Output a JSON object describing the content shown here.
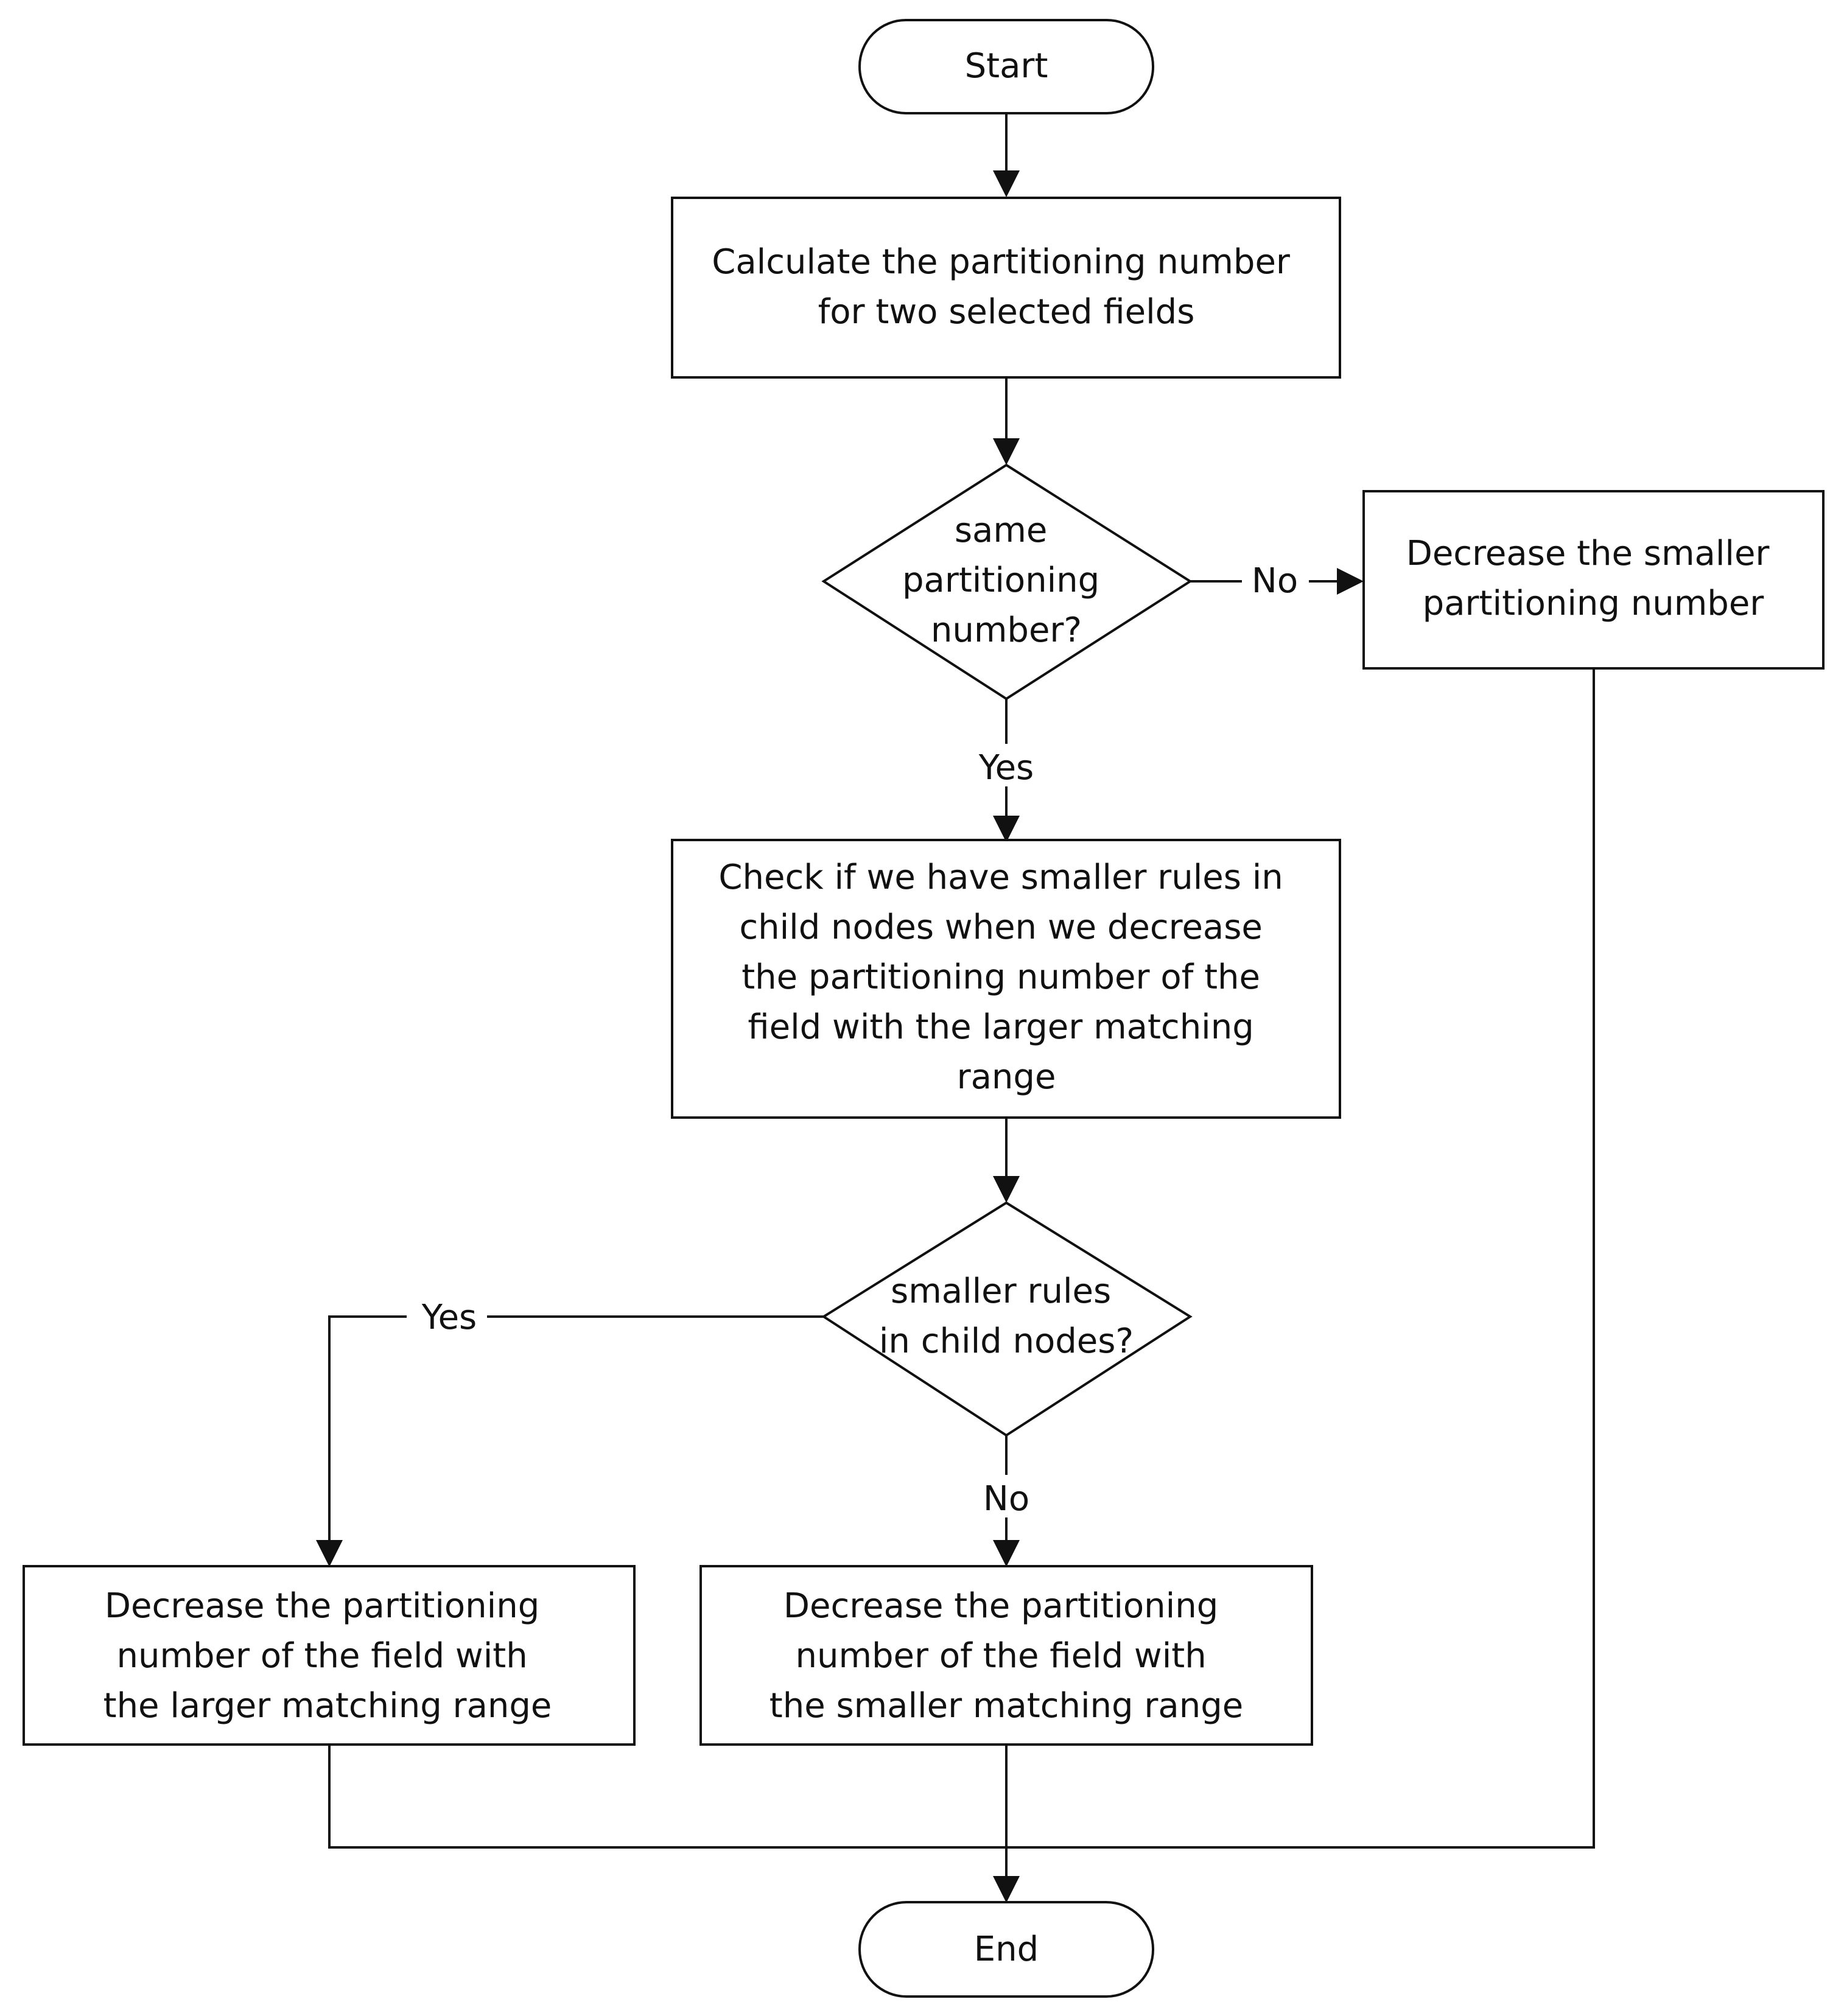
{
  "nodes": {
    "start": {
      "lines": [
        "Start"
      ]
    },
    "calc": {
      "lines": [
        "Calculate the partitioning number",
        "for two selected fields"
      ]
    },
    "same_decision": {
      "lines": [
        "same",
        "partitioning",
        "number?"
      ]
    },
    "decrease_smaller_number": {
      "lines": [
        "Decrease the smaller",
        "partitioning number"
      ]
    },
    "check": {
      "lines": [
        "Check if we have smaller rules in",
        "child nodes when we decrease",
        "the partitioning number of the",
        "field with the larger matching",
        "range"
      ]
    },
    "rules_decision": {
      "lines": [
        "smaller rules",
        "in child nodes?"
      ]
    },
    "decrease_larger_range": {
      "lines": [
        "Decrease the partitioning",
        "number of the field with",
        "the larger matching range"
      ]
    },
    "decrease_smaller_range": {
      "lines": [
        "Decrease the partitioning",
        "number of the field with",
        "the smaller matching range"
      ]
    },
    "end": {
      "lines": [
        "End"
      ]
    }
  },
  "edge_labels": {
    "same_no": "No",
    "same_yes": "Yes",
    "rules_yes": "Yes",
    "rules_no": "No"
  }
}
